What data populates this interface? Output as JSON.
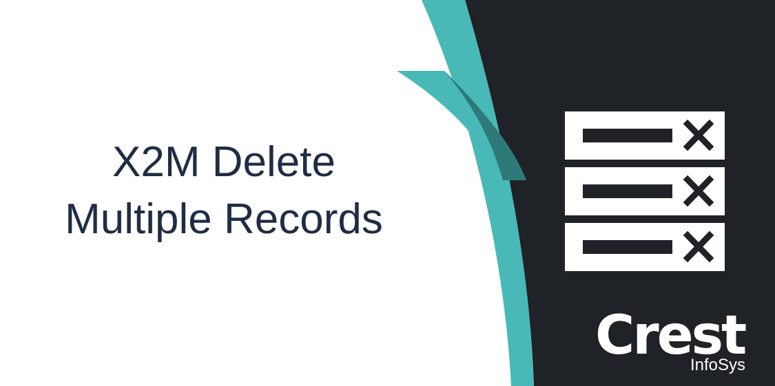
{
  "title": {
    "line1": "X2M Delete",
    "line2": "Multiple Records"
  },
  "records": [
    {
      "icon": "delete-x-icon"
    },
    {
      "icon": "delete-x-icon"
    },
    {
      "icon": "delete-x-icon"
    }
  ],
  "brand": {
    "name": "Crest",
    "sub": "InfoSys"
  },
  "colors": {
    "dark_panel": "#1f2227",
    "teal": "#48b9b7",
    "teal_dark": "#2d7a78",
    "title_text": "#1f2d44",
    "white": "#ffffff"
  }
}
